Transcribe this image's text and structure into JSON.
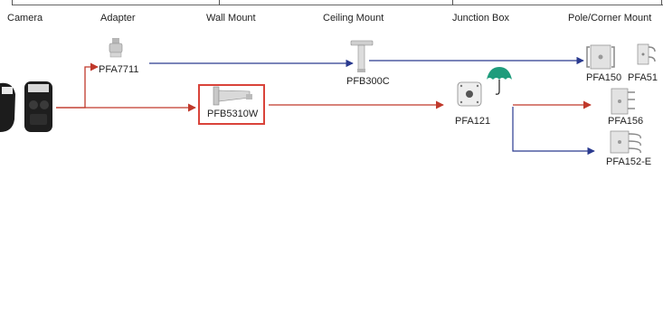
{
  "headers": {
    "camera": "Camera",
    "adapter": "Adapter",
    "wall_mount": "Wall Mount",
    "ceiling_mount": "Ceiling Mount",
    "junction_box": "Junction Box",
    "pole_corner_mount": "Pole/Corner Mount"
  },
  "products": {
    "pfa7711": "PFA7711",
    "pfb5310w": "PFB5310W",
    "pfb300c": "PFB300C",
    "pfa121": "PFA121",
    "pfa150": "PFA150",
    "pfa51": "PFA51",
    "pfa156": "PFA156",
    "pfa152e": "PFA152-E"
  },
  "colors": {
    "red_line": "#c0392b",
    "blue_line": "#2a3a8f",
    "highlight": "#d9433a",
    "umbrella": "#1f9c7c"
  },
  "icons": [
    "camera-icon",
    "adapter-icon",
    "wall-mount-icon",
    "ceiling-mount-icon",
    "junction-box-icon",
    "umbrella-icon",
    "pole-mount-icon",
    "corner-mount-icon"
  ]
}
